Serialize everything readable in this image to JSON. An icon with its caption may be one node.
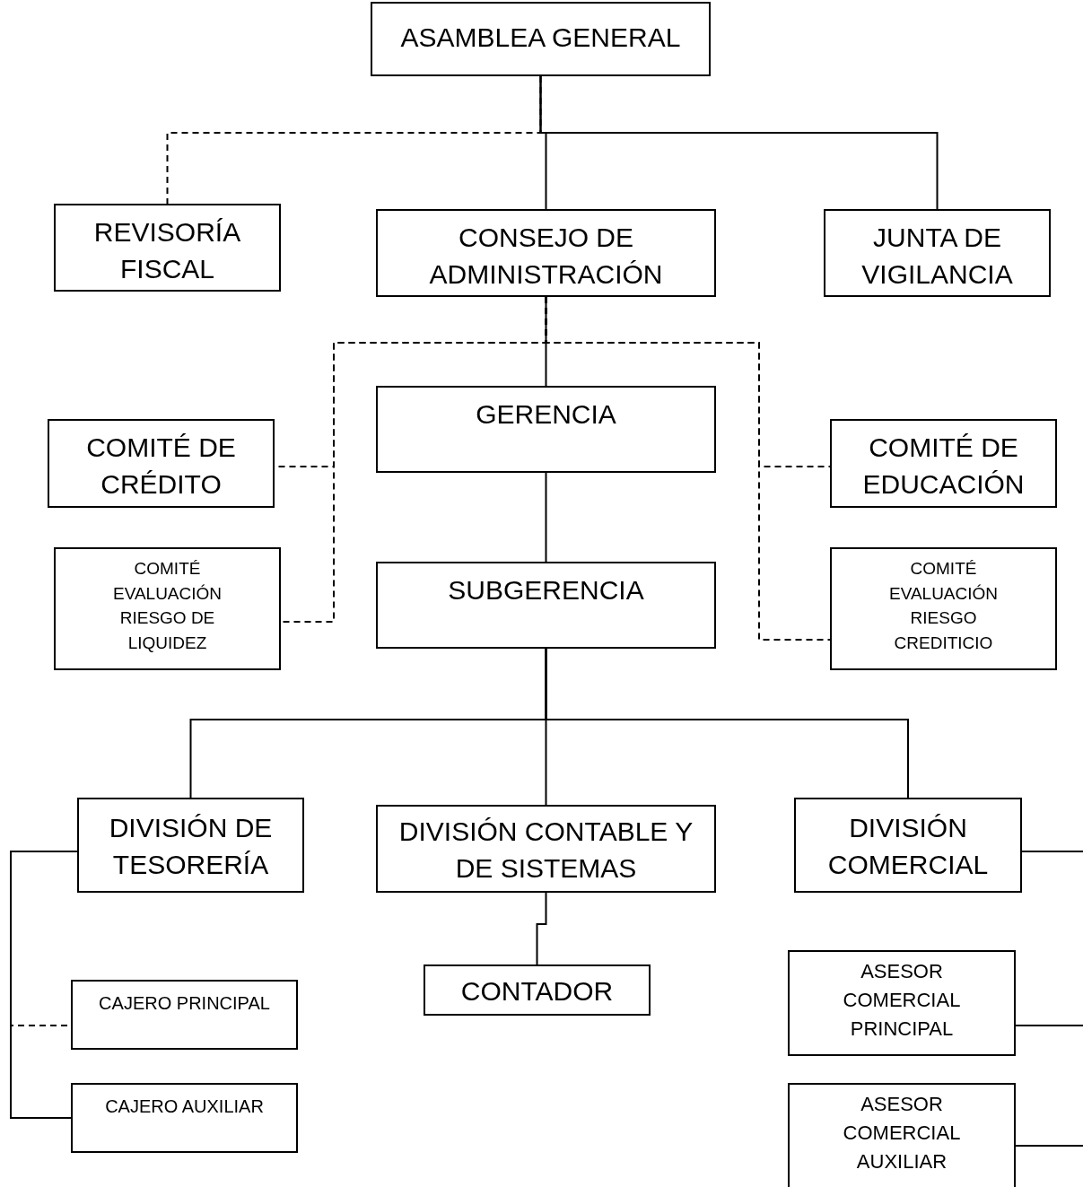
{
  "diagram": {
    "nodes": [
      {
        "text": [
          "ASAMBLEA GENERAL"
        ]
      },
      {
        "text": [
          "REVISORÍA FISCAL"
        ]
      },
      {
        "text": [
          "CONSEJO DE ADMINISTRACIÓN"
        ]
      },
      {
        "text": [
          "JUNTA DE VIGILANCIA"
        ]
      },
      {
        "text": [
          "GERENCIA"
        ]
      },
      {
        "text": [
          "COMITÉ DE CRÉDITO"
        ]
      },
      {
        "text": [
          "COMITÉ DE EDUCACIÓN"
        ]
      },
      {
        "text": [
          "COMITÉ EVALUACIÓN RIESGO DE LIQUIDEZ"
        ]
      },
      {
        "text": [
          "SUBGERENCIA"
        ]
      },
      {
        "text": [
          "COMITÉ EVALUACIÓN RIESGO CREDITICIO"
        ]
      },
      {
        "text": [
          "DIVISIÓN DE TESORERÍA"
        ]
      },
      {
        "text": [
          "DIVISIÓN CONTABLE Y DE SISTEMAS"
        ]
      },
      {
        "text": [
          "DIVISIÓN COMERCIAL"
        ]
      },
      {
        "text": [
          "CONTADOR"
        ]
      },
      {
        "text": [
          "CAJERO PRINCIPAL"
        ]
      },
      {
        "text": [
          "CAJERO AUXILIAR"
        ]
      },
      {
        "text": [
          "ASESOR COMERCIAL PRINCIPAL"
        ]
      },
      {
        "text": [
          "ASESOR COMERCIAL AUXILIAR"
        ]
      }
    ],
    "edges": [
      {
        "from": 0,
        "to": 1,
        "arrow": "none",
        "style": "dashed"
      },
      {
        "from": 0,
        "to": 2,
        "arrow": "none"
      },
      {
        "from": 0,
        "to": 3,
        "arrow": "none"
      },
      {
        "from": 2,
        "to": 4,
        "arrow": "none"
      },
      {
        "from": 2,
        "to": 5,
        "arrow": "none",
        "style": "dashed"
      },
      {
        "from": 2,
        "to": 7,
        "arrow": "none",
        "style": "dashed"
      },
      {
        "from": 2,
        "to": 6,
        "arrow": "none",
        "style": "dashed"
      },
      {
        "from": 2,
        "to": 9,
        "arrow": "none",
        "style": "dashed"
      },
      {
        "from": 4,
        "to": 8,
        "arrow": "none"
      },
      {
        "from": 8,
        "to": 10,
        "arrow": "none"
      },
      {
        "from": 8,
        "to": 11,
        "arrow": "none"
      },
      {
        "from": 8,
        "to": 12,
        "arrow": "none"
      },
      {
        "from": 11,
        "to": 13,
        "arrow": "none"
      },
      {
        "from": 10,
        "to": 14,
        "arrow": "none",
        "style": "dashed"
      },
      {
        "from": 10,
        "to": 15,
        "arrow": "none"
      },
      {
        "from": 12,
        "to": null,
        "arrow": "none"
      },
      {
        "from": 16,
        "to": null,
        "arrow": "none"
      },
      {
        "from": 17,
        "to": null,
        "arrow": "none"
      }
    ]
  }
}
